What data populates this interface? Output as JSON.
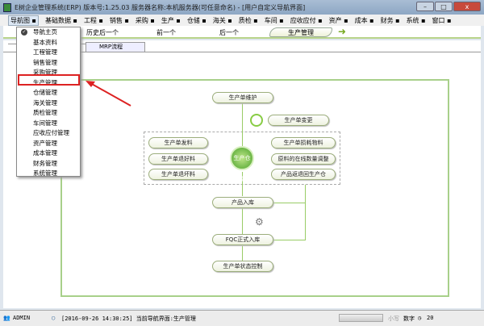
{
  "window": {
    "title": "E树企业管理系统(ERP) 版本号:1.25.03 服务器名称:本机服务器(可任意命名) - [用户自定义导航界面]",
    "min": "–",
    "max": "□",
    "close": "x"
  },
  "menubar": [
    "导航图 ▪",
    "基础数据 ▪",
    "工程 ▪",
    "销售 ▪",
    "采购 ▪",
    "生产 ▪",
    "仓储 ▪",
    "海关 ▪",
    "质检 ▪",
    "车间 ▪",
    "应收应付 ▪",
    "资产 ▪",
    "成本 ▪",
    "财务 ▪",
    "系统 ▪",
    "窗口 ▪"
  ],
  "nav": {
    "history_back": "历史后一个",
    "prev": "前一个",
    "next": "后一个",
    "current": "生产管理"
  },
  "dropdown": [
    "导航主页",
    "基本资料",
    "工程管理",
    "销售管理",
    "采购管理",
    "生产管理",
    "仓储管理",
    "海关管理",
    "质检管理",
    "车间管理",
    "应收应付管理",
    "资产管理",
    "成本管理",
    "财务管理",
    "系统管理"
  ],
  "tab": "MRP流程",
  "diagram": {
    "maintain": "生产单维护",
    "change": "生产单变更",
    "issue": "生产单发料",
    "return_good": "生产单退好料",
    "return_bad": "生产单退坏料",
    "hub": "生产仓库",
    "loss": "生产单损耗物料",
    "adjust": "原料的在线数量调整",
    "product_return": "产品返退回生产仓",
    "stock_in": "产品入库",
    "fqc": "FQC正式入库",
    "status": "生产单状态控制"
  },
  "status": {
    "user": "ADMIN",
    "message": "[2016-09-26 14:30:25] 当前导航界面:生产管理",
    "caps": "小写",
    "num": "数字",
    "clock": "20"
  }
}
